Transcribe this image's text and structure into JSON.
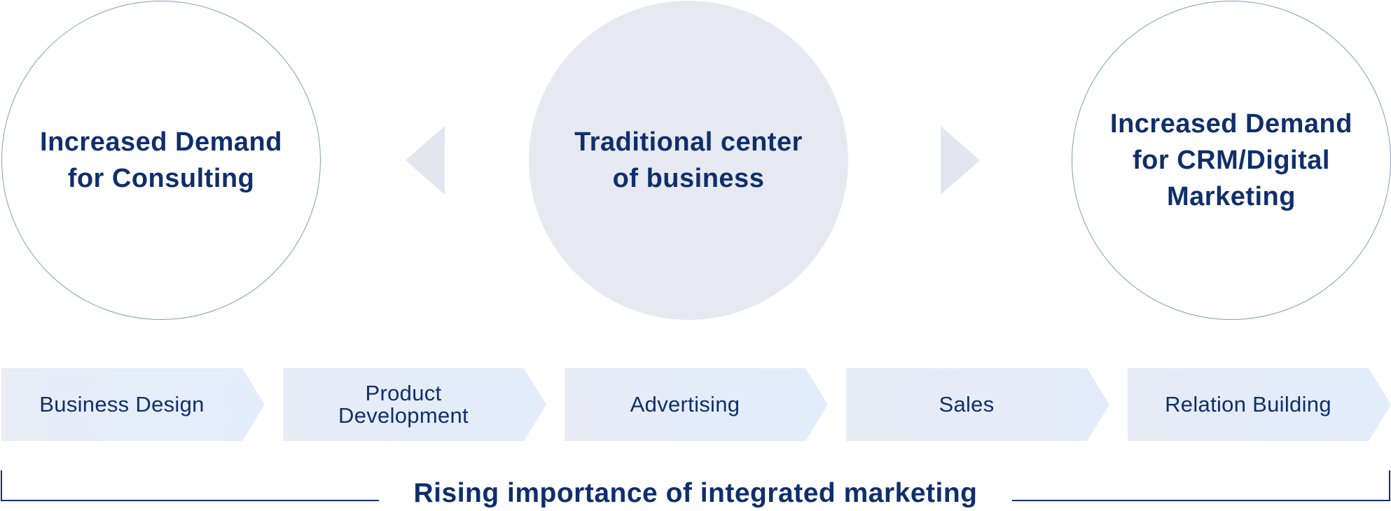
{
  "circles": {
    "left": {
      "label": "Increased Demand\nfor Consulting"
    },
    "center": {
      "label": "Traditional center\nof business"
    },
    "right": {
      "label": "Increased Demand\nfor CRM/Digital\nMarketing"
    }
  },
  "arrows": {
    "left": {
      "icon": "triangle-left-icon",
      "direction": "left"
    },
    "right": {
      "icon": "triangle-right-icon",
      "direction": "right"
    }
  },
  "stages": [
    {
      "label": "Business Design"
    },
    {
      "label": "Product\nDevelopment"
    },
    {
      "label": "Advertising"
    },
    {
      "label": "Sales"
    },
    {
      "label": "Relation Building"
    }
  ],
  "caption": "Rising importance of integrated marketing",
  "colors": {
    "text": "#0f2f6b",
    "circle_outline": "#8b9ab8",
    "circle_fill": "#e6e9f2",
    "arrow_fill": "#e3e6ef",
    "stage_fill": "#e6edf8"
  }
}
